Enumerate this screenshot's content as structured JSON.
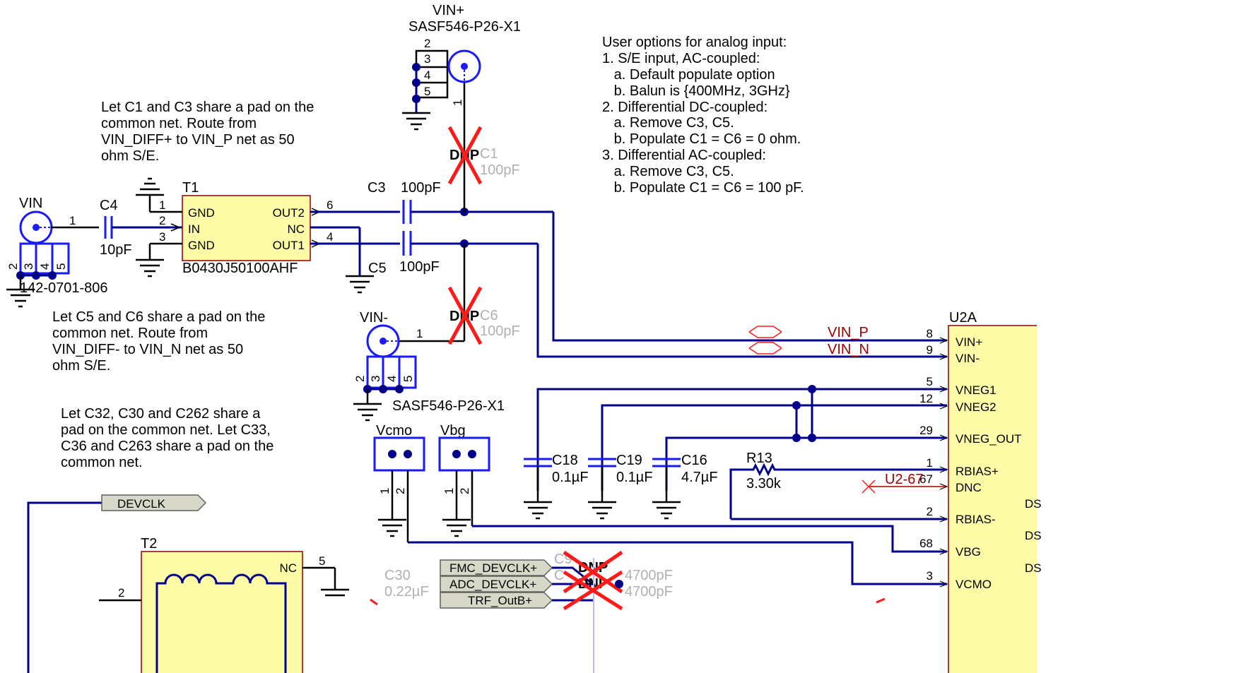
{
  "notes": {
    "options": [
      "User options for analog input:",
      "1. S/E input, AC-coupled:",
      "   a. Default populate option",
      "   b. Balun is {400MHz, 3GHz}",
      "2. Differential DC-coupled:",
      "   a. Remove C3, C5.",
      "   b. Populate C1 = C6 = 0 ohm.",
      "3. Differential AC-coupled:",
      "   a. Remove C3, C5.",
      "   b. Populate C1 = C6 = 100 pF."
    ],
    "c1c3": [
      "Let C1 and C3 share a pad on the",
      "common net. Route from",
      "VIN_DIFF+ to VIN_P net as 50",
      "ohm S/E."
    ],
    "c5c6": [
      "Let C5 and C6 share a pad on the",
      "common net. Route from",
      "VIN_DIFF- to VIN_N net as 50",
      "ohm S/E."
    ],
    "c32": [
      "Let C32, C30 and C262 share a",
      "pad on the common net. Let C33,",
      "C36 and C263 share a pad on the",
      "common net."
    ]
  },
  "connectors": {
    "vin": {
      "label": "VIN",
      "part": "142-0701-806",
      "pin": "1",
      "pins": [
        "2",
        "3",
        "4",
        "5"
      ]
    },
    "vin_p": {
      "label": "VIN+",
      "part": "SASF546-P26-X1",
      "pin": "1",
      "pins": [
        "2",
        "3",
        "4",
        "5"
      ]
    },
    "vin_n": {
      "label": "VIN-",
      "part": "SASF546-P26-X1",
      "pin": "1",
      "pins": [
        "2",
        "3",
        "4",
        "5"
      ]
    }
  },
  "t1": {
    "ref": "T1",
    "part": "B0430J50100AHF",
    "left_pins": [
      {
        "num": "1",
        "name": "GND"
      },
      {
        "num": "2",
        "name": "IN"
      },
      {
        "num": "3",
        "name": "GND"
      }
    ],
    "right_pins": [
      {
        "num": "6",
        "name": "OUT2"
      },
      {
        "name": "NC"
      },
      {
        "num": "4",
        "name": "OUT1"
      }
    ]
  },
  "caps": {
    "c4": {
      "ref": "C4",
      "value": "10pF"
    },
    "c3": {
      "ref": "C3",
      "value": "100pF"
    },
    "c5": {
      "ref": "C5",
      "value": "100pF"
    },
    "c1": {
      "ref": "C1",
      "value": "100pF",
      "dnp": "DNP"
    },
    "c6": {
      "ref": "C6",
      "value": "100pF",
      "dnp": "DNP"
    },
    "c18": {
      "ref": "C18",
      "value": "0.1µF"
    },
    "c19": {
      "ref": "C19",
      "value": "0.1µF"
    },
    "c16": {
      "ref": "C16",
      "value": "4.7µF"
    },
    "c30": {
      "ref": "C30",
      "value": "0.22µF"
    }
  },
  "r13": {
    "ref": "R13",
    "value": "3.30k"
  },
  "headers": {
    "vcmo": {
      "label": "Vcmo",
      "pins": [
        "1",
        "2"
      ]
    },
    "vbg": {
      "label": "Vbg",
      "pins": [
        "1",
        "2"
      ]
    }
  },
  "nets": {
    "vin_p": "VIN_P",
    "vin_n": "VIN_N",
    "u2_67": "U2-67"
  },
  "u2a": {
    "ref": "U2A",
    "pins": [
      {
        "num": "8",
        "name": "VIN+"
      },
      {
        "num": "9",
        "name": "VIN-"
      },
      {
        "num": "5",
        "name": "VNEG1"
      },
      {
        "num": "12",
        "name": "VNEG2"
      },
      {
        "num": "29",
        "name": "VNEG_OUT"
      },
      {
        "num": "1",
        "name": "RBIAS+"
      },
      {
        "num": "67",
        "name": "DNC"
      },
      {
        "num": "2",
        "name": "RBIAS-"
      },
      {
        "num": "68",
        "name": "VBG"
      },
      {
        "num": "3",
        "name": "VCMO"
      }
    ],
    "cut": [
      "DS",
      "DS",
      "DS"
    ]
  },
  "devclk": {
    "label": "DEVCLK"
  },
  "t2": {
    "ref": "T2",
    "nc": "NC",
    "pin_nc": "5",
    "pin_left": "2"
  },
  "fmc_flags": [
    "FMC_DEVCLK+",
    "ADC_DEVCLK+",
    "TRF_OutB+"
  ],
  "c9": {
    "ref_partial": "C9",
    "ref_partial2": "C",
    "value": "4700pF",
    "value2": "4700pF",
    "dnp": "DNP"
  }
}
